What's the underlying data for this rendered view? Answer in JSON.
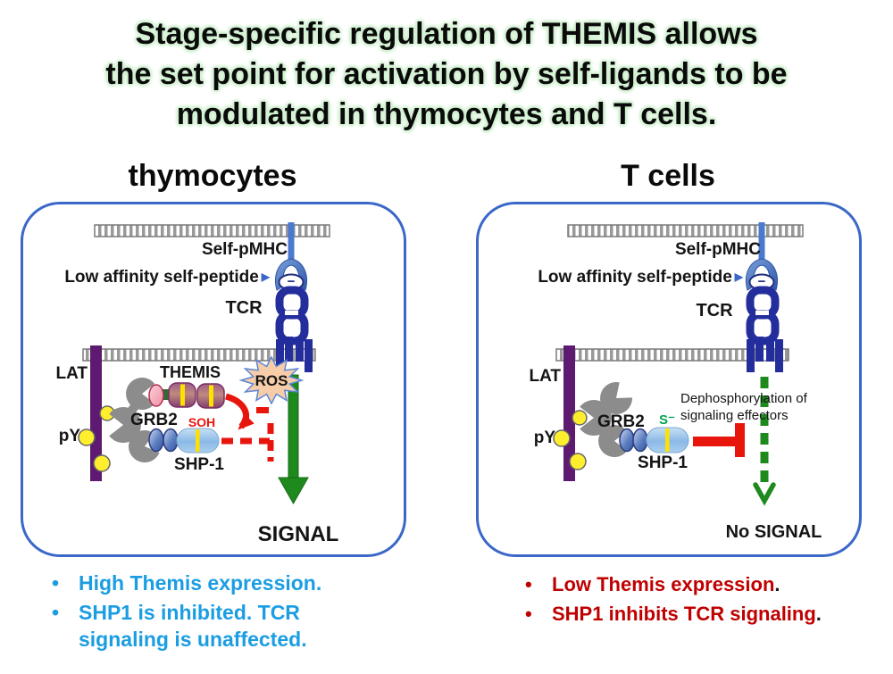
{
  "title": {
    "line1": "Stage-specific regulation of THEMIS allows",
    "line2": "the set point for activation by self-ligands to be",
    "line3": "modulated in thymocytes and T cells."
  },
  "panels": {
    "left": {
      "heading": "thymocytes",
      "labels": {
        "self_pmhc": "Self-pMHC",
        "low_affinity_self_peptide": "Low affinity self-peptide",
        "peptide_pointer": "▶",
        "peptide_charge": "−",
        "tcr": "TCR",
        "lat": "LAT",
        "py": "pY",
        "grb2": "GRB2",
        "themis": "THEMIS",
        "ros": "ROS",
        "soh": "SOH",
        "shp1": "SHP-1",
        "signal": "SIGNAL"
      },
      "bullets": [
        {
          "main": "High Themis expression",
          "end": "."
        },
        {
          "main": "SHP1 is inhibited. TCR signaling is unaffected",
          "end": "."
        }
      ]
    },
    "right": {
      "heading": "T cells",
      "labels": {
        "self_pmhc": "Self-pMHC",
        "low_affinity_self_peptide": "Low affinity self-peptide",
        "peptide_pointer": "▶",
        "peptide_charge": "−",
        "tcr": "TCR",
        "lat": "LAT",
        "py": "pY",
        "grb2": "GRB2",
        "s_thiolate": "S⁻",
        "shp1": "SHP-1",
        "dephosphorylation_line1": "Dephosphorylation of",
        "dephosphorylation_line2": "signaling effectors",
        "no_signal": "No SIGNAL"
      },
      "bullets": [
        {
          "main": "Low Themis expression",
          "end": "."
        },
        {
          "main": "SHP1 inhibits TCR signaling",
          "end": "."
        }
      ]
    }
  },
  "colors": {
    "panel_border": "#3a67c8",
    "membrane_gray": "#999999",
    "mhc_blue": "#4b79cc",
    "tcr_navy": "#232d9b",
    "lat_purple": "#5e1a70",
    "py_yellow": "#ffee2e",
    "grb2_gray": "#8c8c8c",
    "signal_green": "#1e8a1e",
    "inhibit_red": "#e8150d",
    "bullet_blue": "#1b9de2",
    "bullet_red": "#c00000",
    "thiolate_green": "#00a550",
    "stripe_yellow": "#ffe100"
  }
}
